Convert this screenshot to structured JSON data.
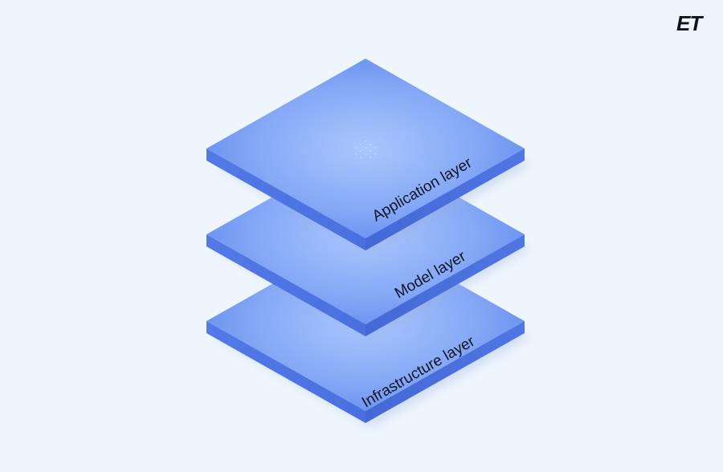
{
  "brand": {
    "logo_text": "ET"
  },
  "diagram": {
    "layers": [
      {
        "label": "Application layer"
      },
      {
        "label": "Model layer"
      },
      {
        "label": "Infrastructure layer"
      }
    ],
    "colors": {
      "background": "#eef5fd",
      "top_face_center": "#a7c4fb",
      "top_face_edge": "#5783ec",
      "side_left": "#4d74e4",
      "side_right": "#3f63d0",
      "label": "#0d1626"
    }
  }
}
